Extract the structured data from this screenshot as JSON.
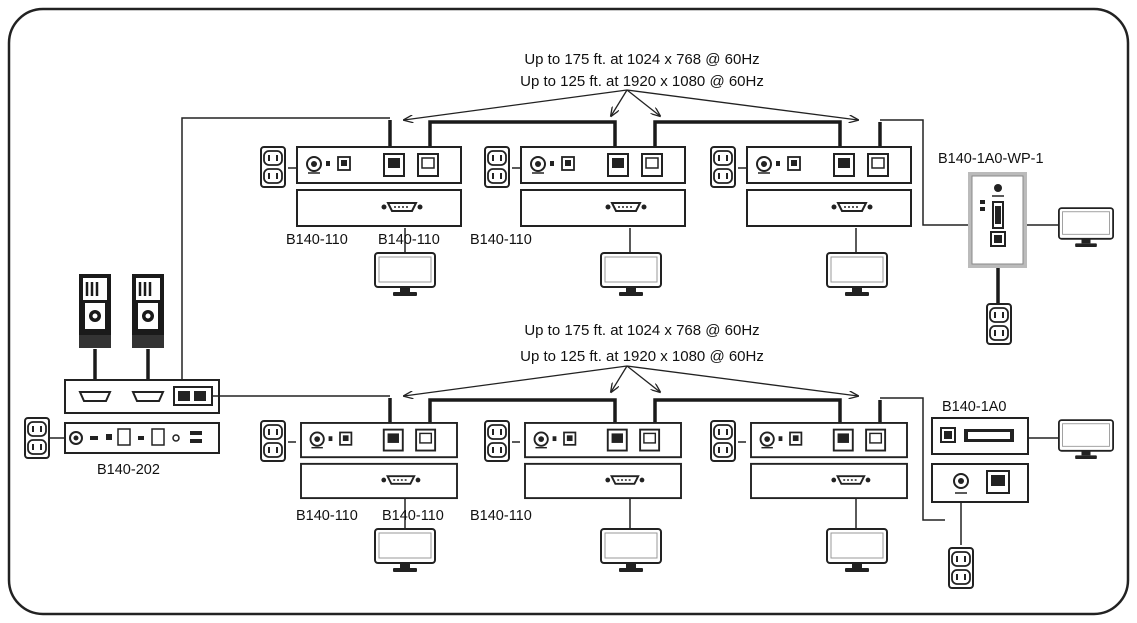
{
  "top_section": {
    "spec_line_1": "Up to 175 ft. at 1024 x 768 @ 60Hz",
    "spec_line_2": "Up to 125 ft. at 1920 x 1080 @ 60Hz",
    "receiver_labels": [
      "B140-110",
      "B140-110",
      "B140-110"
    ],
    "wallplate_label": "B140-1A0-WP-1"
  },
  "bottom_section": {
    "spec_line_1": "Up to 175 ft. at 1024 x 768 @ 60Hz",
    "spec_line_2": "Up to 125 ft. at 1920 x 1080 @ 60Hz",
    "receiver_labels": [
      "B140-110",
      "B140-110",
      "B140-110"
    ],
    "endpoint_label": "B140-1A0"
  },
  "transmitter": {
    "label": "B140-202"
  }
}
